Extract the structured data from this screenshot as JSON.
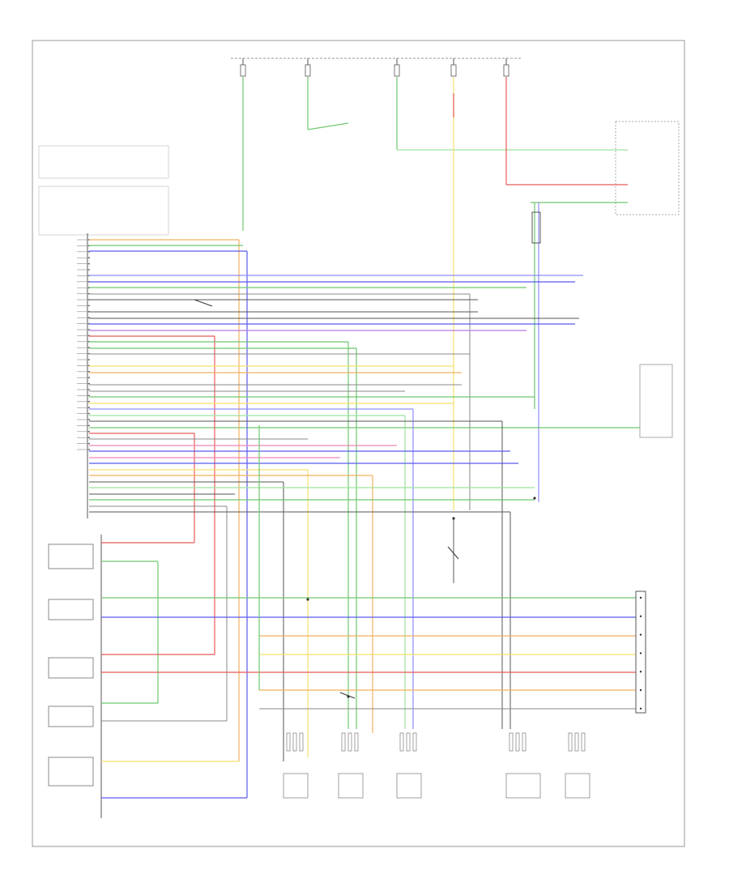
{
  "footer": {
    "code": ""
  },
  "colors": {
    "green": "#6ec86e",
    "lightgreen": "#9ee39e",
    "red": "#e85a5a",
    "pink": "#ef86b8",
    "blue": "#5b5bef",
    "lightblue": "#8d8dff",
    "yellow": "#f4e16a",
    "orange": "#f2b05e",
    "gray": "#8a8a8a",
    "darkgray": "#555555",
    "black": "#222222",
    "violet": "#b17ae8"
  },
  "top_fuses": [
    {
      "id": "f1"
    },
    {
      "id": "f2"
    },
    {
      "id": "f3"
    },
    {
      "id": "f4"
    },
    {
      "id": "f5"
    }
  ],
  "pcm_pins": [
    {
      "id": "p1"
    },
    {
      "id": "p2"
    },
    {
      "id": "p3"
    },
    {
      "id": "p4"
    },
    {
      "id": "p5"
    },
    {
      "id": "p6"
    },
    {
      "id": "p7"
    },
    {
      "id": "p8"
    },
    {
      "id": "p9"
    },
    {
      "id": "p10"
    },
    {
      "id": "p11"
    },
    {
      "id": "p12"
    },
    {
      "id": "p13"
    },
    {
      "id": "p14"
    },
    {
      "id": "p15"
    },
    {
      "id": "p16"
    },
    {
      "id": "p17"
    },
    {
      "id": "p18"
    },
    {
      "id": "p19"
    },
    {
      "id": "p20"
    },
    {
      "id": "p21"
    },
    {
      "id": "p22"
    },
    {
      "id": "p23"
    },
    {
      "id": "p24"
    },
    {
      "id": "p25"
    },
    {
      "id": "p26"
    },
    {
      "id": "p27"
    },
    {
      "id": "p28"
    },
    {
      "id": "p29"
    },
    {
      "id": "p30"
    },
    {
      "id": "p31"
    },
    {
      "id": "p32"
    },
    {
      "id": "p33"
    },
    {
      "id": "p34"
    },
    {
      "id": "p35"
    },
    {
      "id": "p36"
    }
  ],
  "trans_pins": [
    {
      "id": "t1"
    },
    {
      "id": "t2"
    },
    {
      "id": "t3"
    },
    {
      "id": "t4"
    },
    {
      "id": "t5"
    },
    {
      "id": "t6"
    },
    {
      "id": "t7"
    }
  ],
  "bottom_sensors": [
    {
      "id": "s1"
    },
    {
      "id": "s2"
    },
    {
      "id": "s3"
    },
    {
      "id": "s4"
    },
    {
      "id": "s5"
    }
  ]
}
